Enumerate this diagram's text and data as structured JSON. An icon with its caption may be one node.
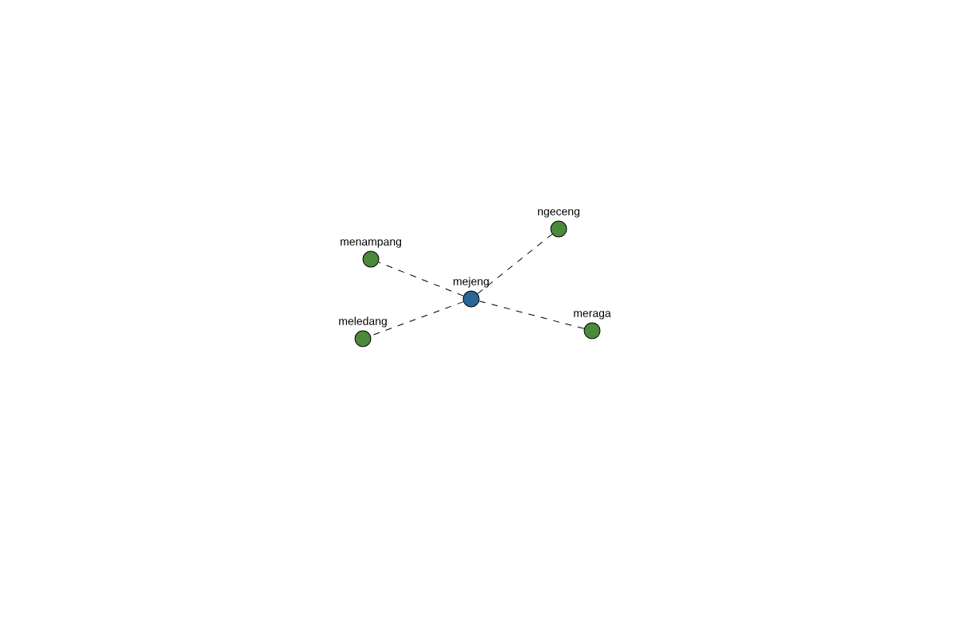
{
  "diagram": {
    "nodes": [
      {
        "text": [
          "mejeng"
        ]
      },
      {
        "text": [
          "menampang"
        ]
      },
      {
        "text": [
          "ngeceng"
        ]
      },
      {
        "text": [
          "meledang"
        ]
      },
      {
        "text": [
          "meraga"
        ]
      }
    ],
    "edges": [
      {
        "from": 0,
        "to": 1,
        "arrow": "none",
        "style": "dashed"
      },
      {
        "from": 0,
        "to": 2,
        "arrow": "none",
        "style": "dashed"
      },
      {
        "from": 0,
        "to": 3,
        "arrow": "none",
        "style": "dashed"
      },
      {
        "from": 0,
        "to": 4,
        "arrow": "none",
        "style": "dashed"
      }
    ]
  }
}
